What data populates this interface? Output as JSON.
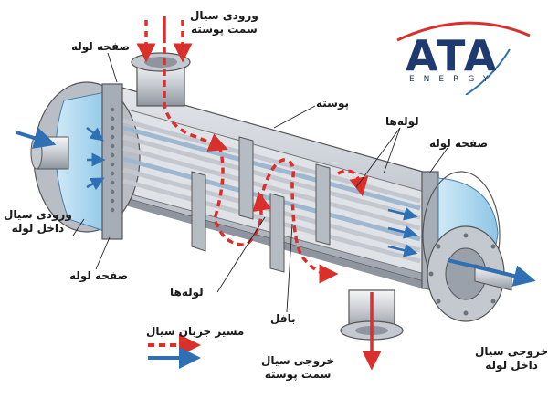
{
  "labels": {
    "shell_inlet": [
      "ورودی سیال",
      "سمت پوسته"
    ],
    "tube_sheet_top_left": "صفحه لوله",
    "shell": "پوسته",
    "tubes_top": "لوله‌ها",
    "tube_sheet_right": "صفحه لوله",
    "tube_inlet": [
      "ورودی سیال",
      "داخل لوله"
    ],
    "tube_sheet_bottom_left": "صفحه لوله",
    "tubes_bottom": "لوله‌ها",
    "baffle": "بافل",
    "flow_path": "مسیر جریان سیال",
    "shell_outlet": [
      "خروجی سیال",
      "سمت پوسته"
    ],
    "tube_outlet": [
      "خروجی سیال",
      "داخل لوله"
    ]
  },
  "logo": {
    "brand": "ATA",
    "sub": "ENERGY"
  },
  "colors": {
    "shell_flow": "#d9302c",
    "tube_flow": "#2f6fb3",
    "metal": "#c9ced6",
    "metal_dark": "#8c939d",
    "water": "#a9d8ef",
    "logo_blue": "#1f3a6e",
    "logo_red": "#d9302c"
  }
}
